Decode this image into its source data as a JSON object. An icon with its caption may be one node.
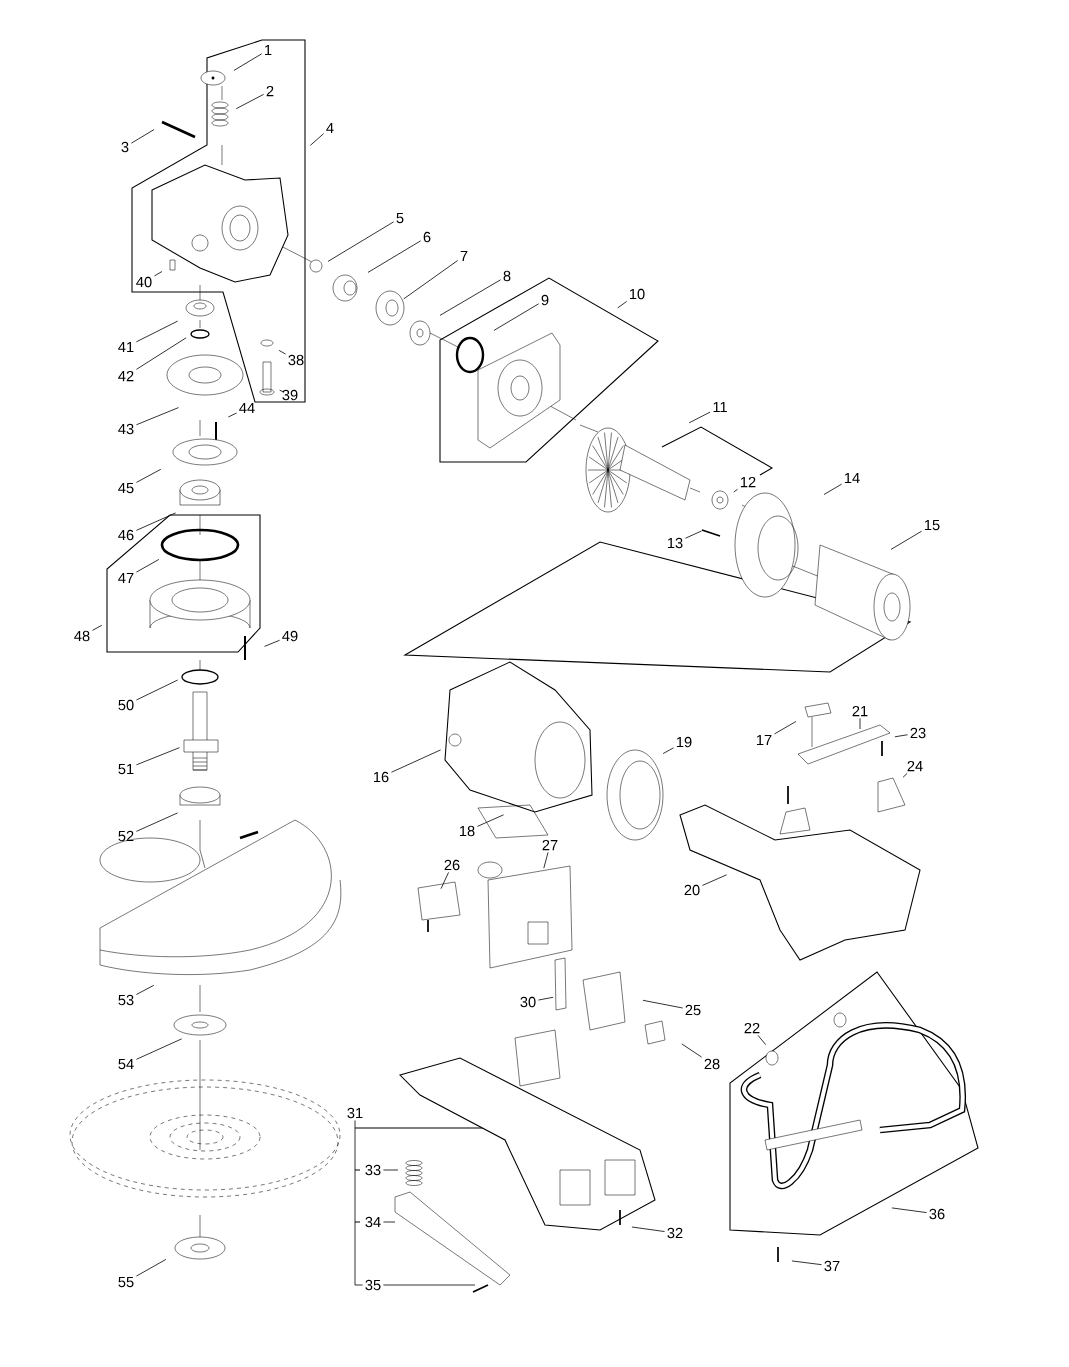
{
  "diagram": {
    "nodes": [
      {
        "text": [
          "1"
        ]
      },
      {
        "text": [
          "2"
        ]
      },
      {
        "text": [
          "3"
        ]
      },
      {
        "text": [
          "4"
        ]
      },
      {
        "text": [
          "5"
        ]
      },
      {
        "text": [
          "6"
        ]
      },
      {
        "text": [
          "7"
        ]
      },
      {
        "text": [
          "8"
        ]
      },
      {
        "text": [
          "9"
        ]
      },
      {
        "text": [
          "10"
        ]
      },
      {
        "text": [
          "11"
        ]
      },
      {
        "text": [
          "12"
        ]
      },
      {
        "text": [
          "13"
        ]
      },
      {
        "text": [
          "14"
        ]
      },
      {
        "text": [
          "15"
        ]
      },
      {
        "text": [
          "16"
        ]
      },
      {
        "text": [
          "17"
        ]
      },
      {
        "text": [
          "18"
        ]
      },
      {
        "text": [
          "19"
        ]
      },
      {
        "text": [
          "20"
        ]
      },
      {
        "text": [
          "21"
        ]
      },
      {
        "text": [
          "22"
        ]
      },
      {
        "text": [
          "23"
        ]
      },
      {
        "text": [
          "24"
        ]
      },
      {
        "text": [
          "25"
        ]
      },
      {
        "text": [
          "26"
        ]
      },
      {
        "text": [
          "27"
        ]
      },
      {
        "text": [
          "28"
        ]
      },
      {
        "text": [
          "30"
        ]
      },
      {
        "text": [
          "31"
        ]
      },
      {
        "text": [
          "32"
        ]
      },
      {
        "text": [
          "33"
        ]
      },
      {
        "text": [
          "34"
        ]
      },
      {
        "text": [
          "35"
        ]
      },
      {
        "text": [
          "36"
        ]
      },
      {
        "text": [
          "37"
        ]
      },
      {
        "text": [
          "38"
        ]
      },
      {
        "text": [
          "39"
        ]
      },
      {
        "text": [
          "40"
        ]
      },
      {
        "text": [
          "41"
        ]
      },
      {
        "text": [
          "42"
        ]
      },
      {
        "text": [
          "43"
        ]
      },
      {
        "text": [
          "44"
        ]
      },
      {
        "text": [
          "45"
        ]
      },
      {
        "text": [
          "46"
        ]
      },
      {
        "text": [
          "47"
        ]
      },
      {
        "text": [
          "48"
        ]
      },
      {
        "text": [
          "49"
        ]
      },
      {
        "text": [
          "50"
        ]
      },
      {
        "text": [
          "51"
        ]
      },
      {
        "text": [
          "52"
        ]
      },
      {
        "text": [
          "53"
        ]
      },
      {
        "text": [
          "54"
        ]
      },
      {
        "text": [
          "55"
        ]
      }
    ],
    "edges": [
      {
        "from": 0,
        "to": null,
        "arrow": "none"
      },
      {
        "from": 1,
        "to": null,
        "arrow": "none"
      },
      {
        "from": 2,
        "to": null,
        "arrow": "none"
      },
      {
        "from": 3,
        "to": null,
        "arrow": "none"
      },
      {
        "from": 4,
        "to": null,
        "arrow": "none"
      },
      {
        "from": 5,
        "to": null,
        "arrow": "none"
      },
      {
        "from": 6,
        "to": null,
        "arrow": "none"
      },
      {
        "from": 7,
        "to": null,
        "arrow": "none"
      },
      {
        "from": 8,
        "to": null,
        "arrow": "none"
      },
      {
        "from": 9,
        "to": null,
        "arrow": "none"
      },
      {
        "from": 10,
        "to": null,
        "arrow": "none"
      },
      {
        "from": 11,
        "to": null,
        "arrow": "none"
      },
      {
        "from": 12,
        "to": null,
        "arrow": "none"
      },
      {
        "from": 13,
        "to": null,
        "arrow": "none"
      },
      {
        "from": 14,
        "to": null,
        "arrow": "none"
      },
      {
        "from": 15,
        "to": null,
        "arrow": "none"
      },
      {
        "from": 16,
        "to": null,
        "arrow": "none"
      },
      {
        "from": 17,
        "to": null,
        "arrow": "none"
      },
      {
        "from": 18,
        "to": null,
        "arrow": "none"
      },
      {
        "from": 19,
        "to": null,
        "arrow": "none"
      },
      {
        "from": 20,
        "to": null,
        "arrow": "none"
      },
      {
        "from": 21,
        "to": null,
        "arrow": "none"
      },
      {
        "from": 22,
        "to": null,
        "arrow": "none"
      },
      {
        "from": 23,
        "to": null,
        "arrow": "none"
      },
      {
        "from": 24,
        "to": null,
        "arrow": "none"
      },
      {
        "from": 25,
        "to": null,
        "arrow": "none"
      },
      {
        "from": 26,
        "to": null,
        "arrow": "none"
      },
      {
        "from": 27,
        "to": null,
        "arrow": "none"
      },
      {
        "from": 28,
        "to": null,
        "arrow": "none"
      },
      {
        "from": 29,
        "to": 33,
        "arrow": "none"
      },
      {
        "from": 30,
        "to": null,
        "arrow": "none"
      },
      {
        "from": 31,
        "to": null,
        "arrow": "none"
      },
      {
        "from": 32,
        "to": null,
        "arrow": "none"
      },
      {
        "from": 33,
        "to": null,
        "arrow": "none"
      },
      {
        "from": 34,
        "to": null,
        "arrow": "none"
      },
      {
        "from": 35,
        "to": null,
        "arrow": "none"
      },
      {
        "from": 36,
        "to": null,
        "arrow": "none"
      },
      {
        "from": 37,
        "to": null,
        "arrow": "none"
      },
      {
        "from": 38,
        "to": null,
        "arrow": "none"
      },
      {
        "from": 39,
        "to": null,
        "arrow": "none"
      },
      {
        "from": 40,
        "to": null,
        "arrow": "none"
      },
      {
        "from": 41,
        "to": null,
        "arrow": "none"
      },
      {
        "from": 42,
        "to": null,
        "arrow": "none"
      },
      {
        "from": 43,
        "to": null,
        "arrow": "none"
      },
      {
        "from": 44,
        "to": null,
        "arrow": "none"
      },
      {
        "from": 45,
        "to": null,
        "arrow": "none"
      },
      {
        "from": 46,
        "to": null,
        "arrow": "none"
      },
      {
        "from": 47,
        "to": null,
        "arrow": "none"
      },
      {
        "from": 48,
        "to": null,
        "arrow": "none"
      },
      {
        "from": 49,
        "to": null,
        "arrow": "none"
      },
      {
        "from": 50,
        "to": null,
        "arrow": "none"
      },
      {
        "from": 51,
        "to": null,
        "arrow": "none"
      },
      {
        "from": 52,
        "to": null,
        "arrow": "none"
      },
      {
        "from": 53,
        "to": null,
        "arrow": "none"
      }
    ]
  }
}
